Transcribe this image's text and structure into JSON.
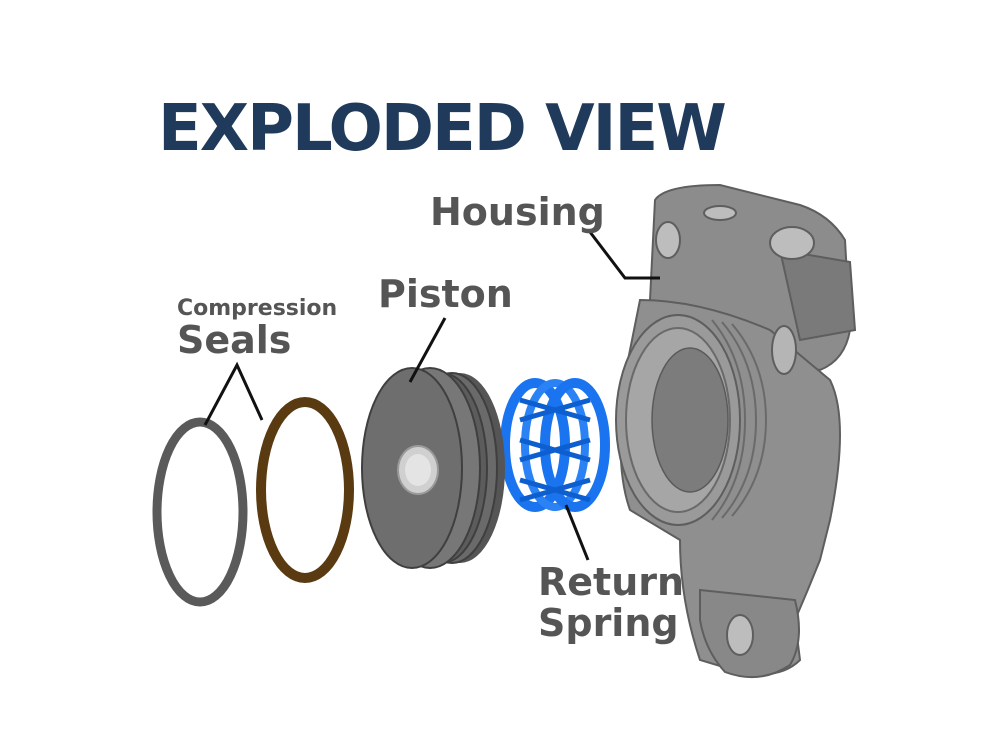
{
  "title": "EXPLODED VIEW",
  "labels": {
    "housing": "Housing",
    "piston": "Piston",
    "compression_line1": "Compression",
    "compression_line2": "Seals",
    "return_line1": "Return",
    "return_line2": "Spring"
  },
  "colors": {
    "title": "#1f3a5a",
    "label": "#555555",
    "housing": "#8a8a8a",
    "piston": "#6e6e6e",
    "seal_gray": "#5a5a5a",
    "seal_brown": "#5a3a10",
    "spring": "#1a74f0"
  }
}
